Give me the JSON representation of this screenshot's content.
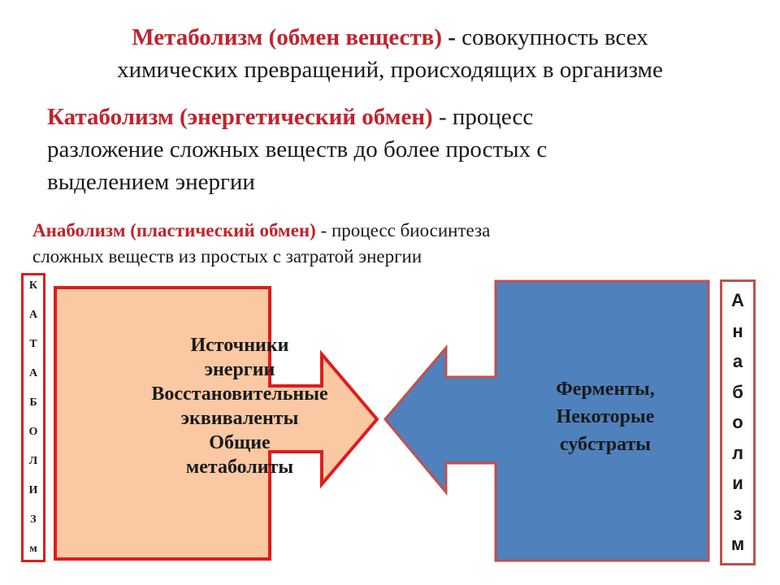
{
  "definitions": [
    {
      "term": "Метаболизм (обмен веществ)",
      "sep": " - ",
      "line1": "совокупность всех",
      "line2": "химических превращений, происходящих в организме"
    },
    {
      "term": "Катаболизм (энергетический обмен)",
      "sep": " - ",
      "line1": "процесс",
      "line2": "разложение сложных веществ до более простых с",
      "line3": "выделением энергии"
    },
    {
      "term": "Анаболизм (пластический обмен)",
      "sep": " - ",
      "line1": "процесс биосинтеза",
      "line2": "сложных веществ из простых с затратой энергии"
    }
  ],
  "left_vertical_label": [
    "К",
    "А",
    "Т",
    "А",
    "Б",
    "О",
    "Л",
    "И",
    "З",
    "м"
  ],
  "right_vertical_label": [
    "А",
    "н",
    "а",
    "б",
    "о",
    "л",
    "и",
    "з",
    "м"
  ],
  "left_arrow_text": [
    "Источники",
    "энергии",
    "Восстановительные",
    "эквиваленты",
    "Общие",
    "метаболиты"
  ],
  "right_arrow_text": [
    "Ферменты,",
    "Некоторые",
    "субстраты"
  ],
  "colors": {
    "term_red": "#c0232c",
    "left_fill": "#fac8a2",
    "left_border": "#e01b1b",
    "right_fill": "#4f81bd",
    "right_border": "#c0504d"
  }
}
